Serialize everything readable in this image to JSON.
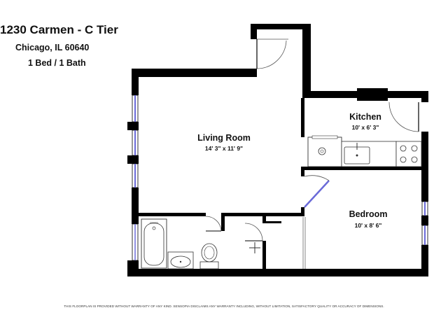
{
  "header": {
    "title": "1230 Carmen - C Tier",
    "city": "Chicago, IL 60640",
    "beds_baths": "1 Bed / 1 Bath"
  },
  "rooms": {
    "living": {
      "name": "Living Room",
      "size": "14' 3\" x 11' 9\""
    },
    "kitchen": {
      "name": "Kitchen",
      "size": "10' x 6' 3\""
    },
    "bedroom": {
      "name": "Bedroom",
      "size": "10' x 8' 6\""
    }
  },
  "disclaimer": "THIS FLOORPLAN IS PROVIDED WITHOUT WARRANTY OF ANY KIND. SENSOPIA DISCLAIMS ANY WARRANTY INCLUDING, WITHOUT LIMITATION, SATISFACTORY QUALITY OR ACCURACY OF DIMENSIONS.",
  "colors": {
    "wall": "#000000",
    "window": "#6a6ad8",
    "fixture_stroke": "#333333"
  },
  "icons": [
    "door-swing-icon",
    "window-icon",
    "bathtub-icon",
    "toilet-icon",
    "sink-icon",
    "stove-icon",
    "refrigerator-icon",
    "shower-icon"
  ]
}
